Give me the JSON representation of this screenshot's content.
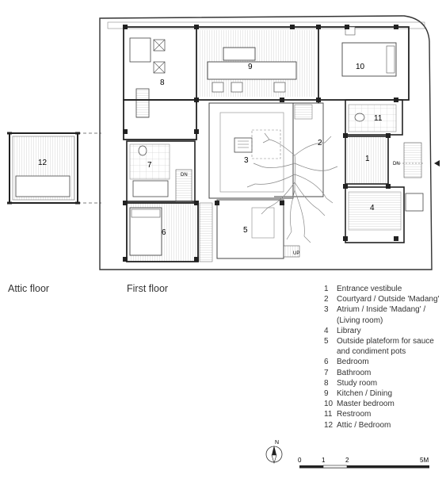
{
  "captions": {
    "attic": "Attic floor",
    "first": "First floor"
  },
  "rooms": [
    {
      "id": "1",
      "label": "1"
    },
    {
      "id": "2",
      "label": "2"
    },
    {
      "id": "3",
      "label": "3"
    },
    {
      "id": "4",
      "label": "4"
    },
    {
      "id": "5",
      "label": "5"
    },
    {
      "id": "6",
      "label": "6"
    },
    {
      "id": "7",
      "label": "7"
    },
    {
      "id": "8",
      "label": "8"
    },
    {
      "id": "9",
      "label": "9"
    },
    {
      "id": "10",
      "label": "10"
    },
    {
      "id": "11",
      "label": "11"
    },
    {
      "id": "12",
      "label": "12"
    }
  ],
  "stair_labels": {
    "dn_entrance": "DN",
    "dn_bath": "DN",
    "up_platform": "UP"
  },
  "legend": [
    {
      "num": "1",
      "text": "Entrance vestibule"
    },
    {
      "num": "2",
      "text": "Courtyard / Outside 'Madang'"
    },
    {
      "num": "3",
      "text": "Atrium / Inside 'Madang' / (Living room)"
    },
    {
      "num": "4",
      "text": "Library"
    },
    {
      "num": "5",
      "text": "Outside plateform for sauce and condiment pots"
    },
    {
      "num": "6",
      "text": "Bedroom"
    },
    {
      "num": "7",
      "text": "Bathroom"
    },
    {
      "num": "8",
      "text": "Study room"
    },
    {
      "num": "9",
      "text": "Kitchen / Dining"
    },
    {
      "num": "10",
      "text": "Master bedroom"
    },
    {
      "num": "11",
      "text": "Restroom"
    },
    {
      "num": "12",
      "text": "Attic / Bedroom"
    }
  ],
  "north": {
    "label": "N"
  },
  "scale_bar": {
    "labels": [
      "0",
      "1",
      "2",
      "5M"
    ]
  }
}
